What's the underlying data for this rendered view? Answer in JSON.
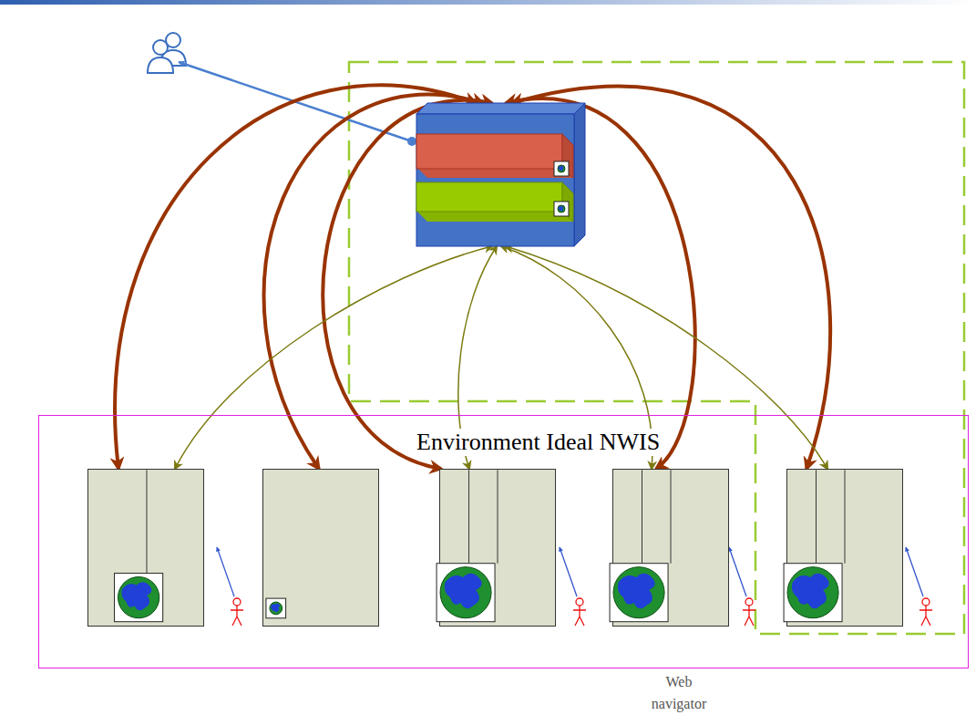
{
  "diagram": {
    "nodes": [
      {
        "text": [
          "Environment Ideal NWIS"
        ]
      },
      {
        "text": []
      },
      {
        "text": [],
        "in": 0
      },
      {
        "text": [],
        "in": 0
      },
      {
        "text": [],
        "in": 0
      },
      {
        "text": [],
        "in": 0
      },
      {
        "text": [],
        "in": 0
      }
    ],
    "edges": [
      {
        "from": 1,
        "to": 2,
        "arrow": "both"
      },
      {
        "from": 1,
        "to": 3,
        "arrow": "both"
      },
      {
        "from": 1,
        "to": 4,
        "arrow": "both"
      },
      {
        "from": 1,
        "to": 5,
        "arrow": "both"
      },
      {
        "from": 1,
        "to": 6,
        "arrow": "both"
      },
      {
        "from": 1,
        "to": 2,
        "arrow": "both"
      },
      {
        "from": 1,
        "to": 4,
        "arrow": "both"
      },
      {
        "from": 1,
        "to": 5,
        "arrow": "both"
      },
      {
        "from": 1,
        "to": 6,
        "arrow": "both"
      }
    ],
    "labels": [
      "Web navigator"
    ]
  }
}
